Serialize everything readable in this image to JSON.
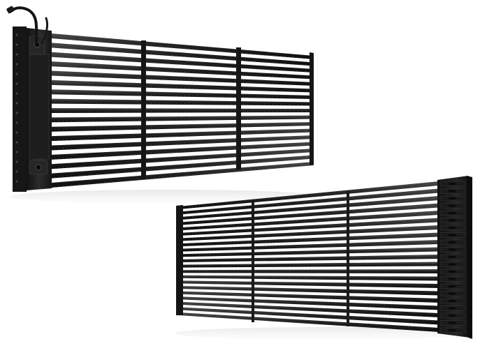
{
  "image": {
    "background_color": "#ffffff",
    "products": [
      {
        "name": "front-view-led-mesh-panel",
        "view": "front",
        "frame_color": "#1c1c1c",
        "louver_color": "#2a2a2a",
        "slat_count": 17,
        "vertical_support_count": 3,
        "has_power_cable": true,
        "has_side_control_box": true
      },
      {
        "name": "rear-view-led-mesh-panel",
        "view": "back",
        "frame_color": "#1e1e1e",
        "louver_color": "#2d2d2d",
        "slat_count": 21,
        "vertical_support_count": 2,
        "has_power_cable": false,
        "has_side_control_box": false,
        "has_module_stack": true
      }
    ]
  }
}
